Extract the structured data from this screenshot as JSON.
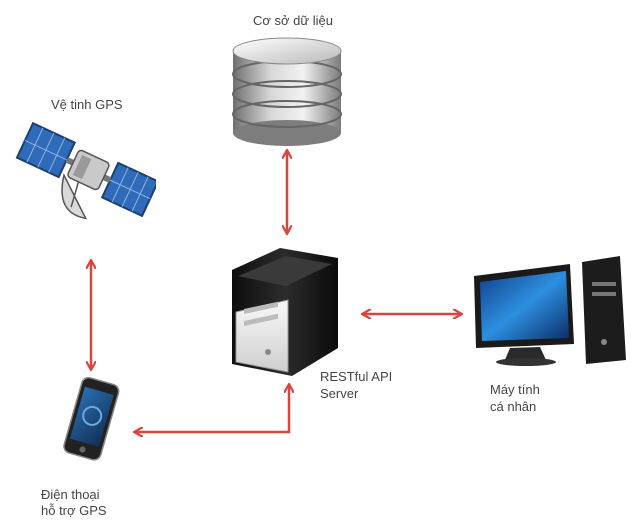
{
  "labels": {
    "database": "Cơ sở dữ liệu",
    "satellite": "Vệ tinh GPS",
    "server_line1": "RESTful API",
    "server_line2": "Server",
    "computer_line1": "Máy tính",
    "computer_line2": "cá nhân",
    "phone_line1": "Điện thoại",
    "phone_line2": "hỗ trợ GPS"
  },
  "colors": {
    "arrow": "#d9443c",
    "label": "#444444",
    "server_body": "#1a1a1a",
    "database": "#8a8a8a",
    "satellite_panel": "#2f6bb8",
    "monitor_screen": "#1e66c8"
  },
  "icons": {
    "database": "database-icon",
    "satellite": "satellite-icon",
    "server": "server-icon",
    "computer": "desktop-computer-icon",
    "phone": "smartphone-icon"
  }
}
